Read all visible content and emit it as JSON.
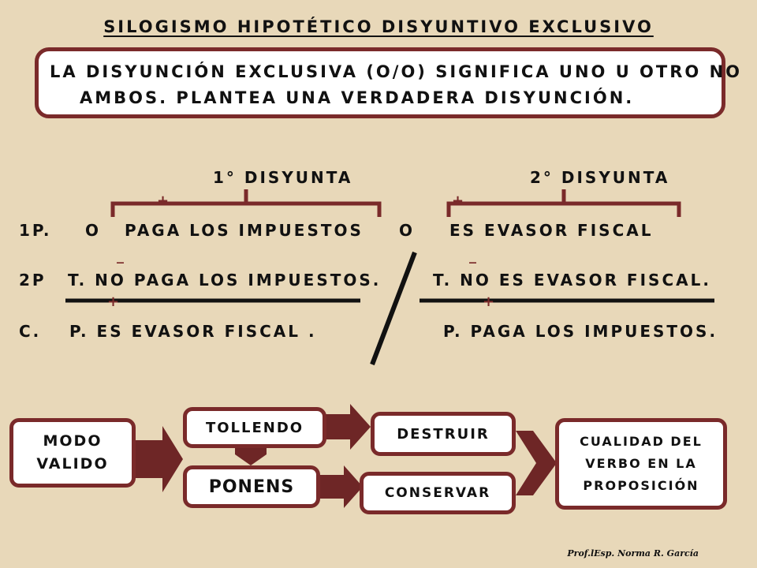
{
  "title": "SILOGISMO HIPOTÉTICO DISYUNTIVO EXCLUSIVO",
  "definition": {
    "line1": "LA DISYUNCIÓN EXCLUSIVA (O/O) SIGNIFICA UNO U OTRO NO",
    "line2": "AMBOS. PLANTEA UNA  VERDADERA DISYUNCIÓN."
  },
  "disjuncts": {
    "first": "1° DISYUNTA",
    "second": "2° DISYUNTA"
  },
  "premise1": {
    "label": "1P.",
    "connector1": "O",
    "left": "PAGA LOS IMPUESTOS",
    "connector2": "O",
    "right": "ES  EVASOR FISCAL"
  },
  "premise2": {
    "label": "2P",
    "left": "T.  NO PAGA LOS IMPUESTOS.",
    "right": "T.  NO ES EVASOR FISCAL."
  },
  "conclusion": {
    "label": "C.",
    "left": "P. ES EVASOR FISCAL .",
    "right": "P.  PAGA LOS IMPUESTOS."
  },
  "marks": {
    "plus": "+",
    "minus": "_"
  },
  "flow": {
    "modo": "MODO VALIDO",
    "tollendo": "TOLLENDO",
    "ponens": "PONENS",
    "destruir": "DESTRUIR",
    "conservar": "CONSERVAR",
    "cualidad": "CUALIDAD DEL VERBO EN LA PROPOSICIÓN"
  },
  "signature": "Prof.lEsp. Norma R. García",
  "colors": {
    "background": "#e8d8b9",
    "accent": "#7a2a2a",
    "text": "#111111"
  }
}
